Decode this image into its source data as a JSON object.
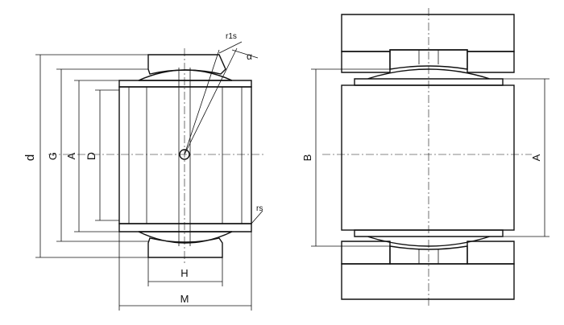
{
  "left_view": {
    "labels": {
      "d": "d",
      "G": "G",
      "A": "A",
      "D": "D",
      "H": "H",
      "M": "M",
      "r1s": "r1s",
      "alpha": "α",
      "rs": "rs"
    }
  },
  "right_view": {
    "labels": {
      "B": "B",
      "A": "A"
    }
  }
}
